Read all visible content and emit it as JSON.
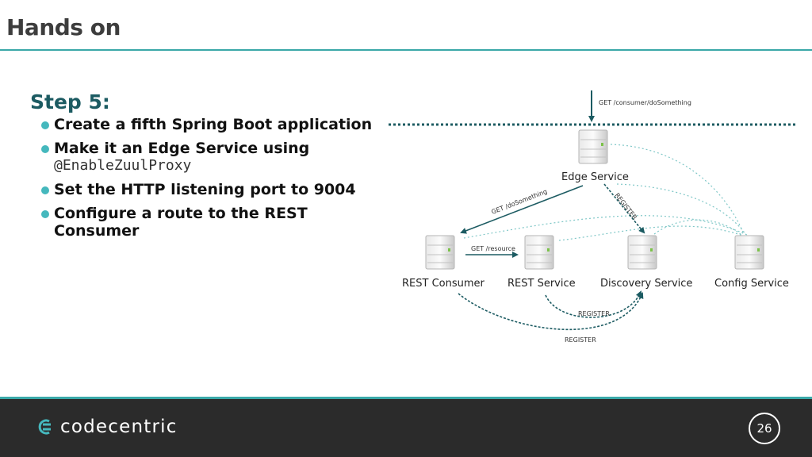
{
  "header": {
    "title": "Hands on"
  },
  "step": {
    "title": "Step 5:",
    "bullets": [
      "Create a fifth Spring Boot application",
      "Make it an Edge Service using",
      "Set the HTTP listening port to 9004",
      "Configure a route to the REST Consumer"
    ],
    "code": "@EnableZuulProxy"
  },
  "diagram": {
    "nodes": {
      "edge": "Edge Service",
      "rest_consumer": "REST Consumer",
      "rest_service": "REST Service",
      "discovery": "Discovery Service",
      "config": "Config Service"
    },
    "edges": {
      "incoming": "GET /consumer/doSomething",
      "edge_to_consumer": "GET /doSomething",
      "consumer_to_service": "GET /resource",
      "edge_register": "REGISTER",
      "service_register": "REGISTER",
      "consumer_register": "REGISTER"
    }
  },
  "footer": {
    "logo_text": "codecentric",
    "page_number": "26"
  }
}
